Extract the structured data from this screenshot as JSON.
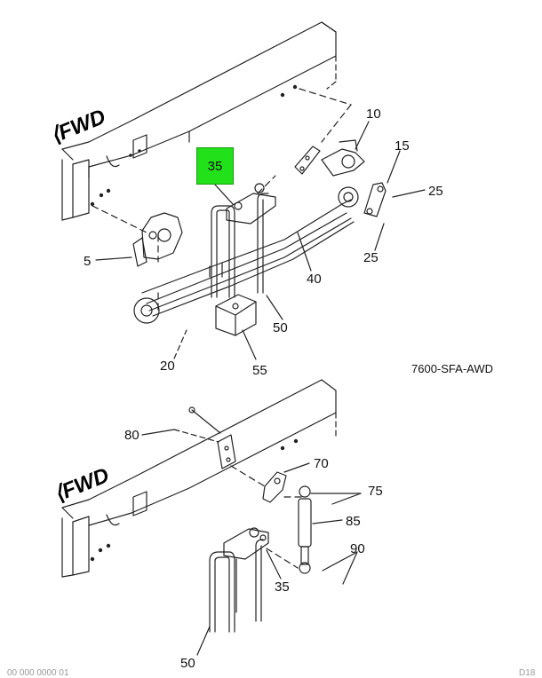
{
  "diagram": {
    "fwd_top": "FWD",
    "fwd_bottom": "FWD",
    "reference_code": "7600-SFA-AWD",
    "highlighted_part": "35",
    "highlight_color": "#22e01a",
    "footer_left": "00 000 0000 01",
    "footer_right": "D18"
  },
  "callouts_top": {
    "p5": "5",
    "p10": "10",
    "p15": "15",
    "p20": "20",
    "p25a": "25",
    "p25b": "25",
    "p40": "40",
    "p50": "50",
    "p55": "55"
  },
  "callouts_bottom": {
    "p35": "35",
    "p50": "50",
    "p70": "70",
    "p75": "75",
    "p80": "80",
    "p85": "85",
    "p90": "90"
  }
}
